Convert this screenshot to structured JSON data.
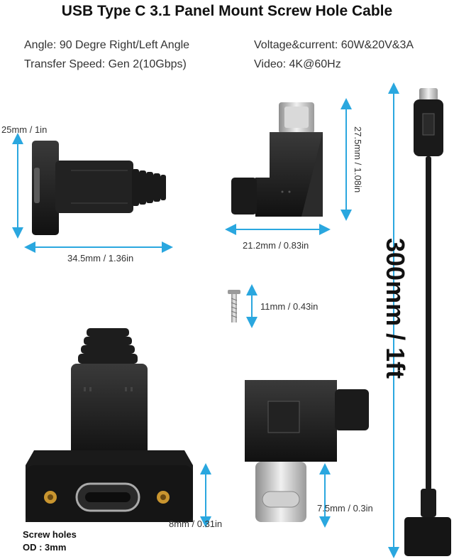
{
  "title": "USB Type C 3.1 Panel Mount Screw Hole Cable",
  "specs": {
    "angle": "Angle: 90 Degre Right/Left Angle",
    "voltage": "Voltage&current: 60W&20V&3A",
    "speed": "Transfer Speed: Gen 2(10Gbps)",
    "video": "Video: 4K@60Hz"
  },
  "dimensions": {
    "height_panel": "25mm / 1in",
    "width_panel": "34.5mm / 1.36in",
    "height_angle": "27.5mm / 1.08in",
    "width_angle": "21.2mm / 0.83in",
    "screw_len": "11mm / 0.43in",
    "plug_len": "7.5mm / 0.3in",
    "port_thickness": "8mm / 0.31in",
    "cable_len": "300mm / 1ft"
  },
  "screw_note": {
    "line1": "Screw holes",
    "line2": "OD : 3mm"
  },
  "colors": {
    "arrow": "#2aa7df",
    "body": "#1c1c1c",
    "metal": "#c8c8c8",
    "brass": "#c9952f"
  }
}
